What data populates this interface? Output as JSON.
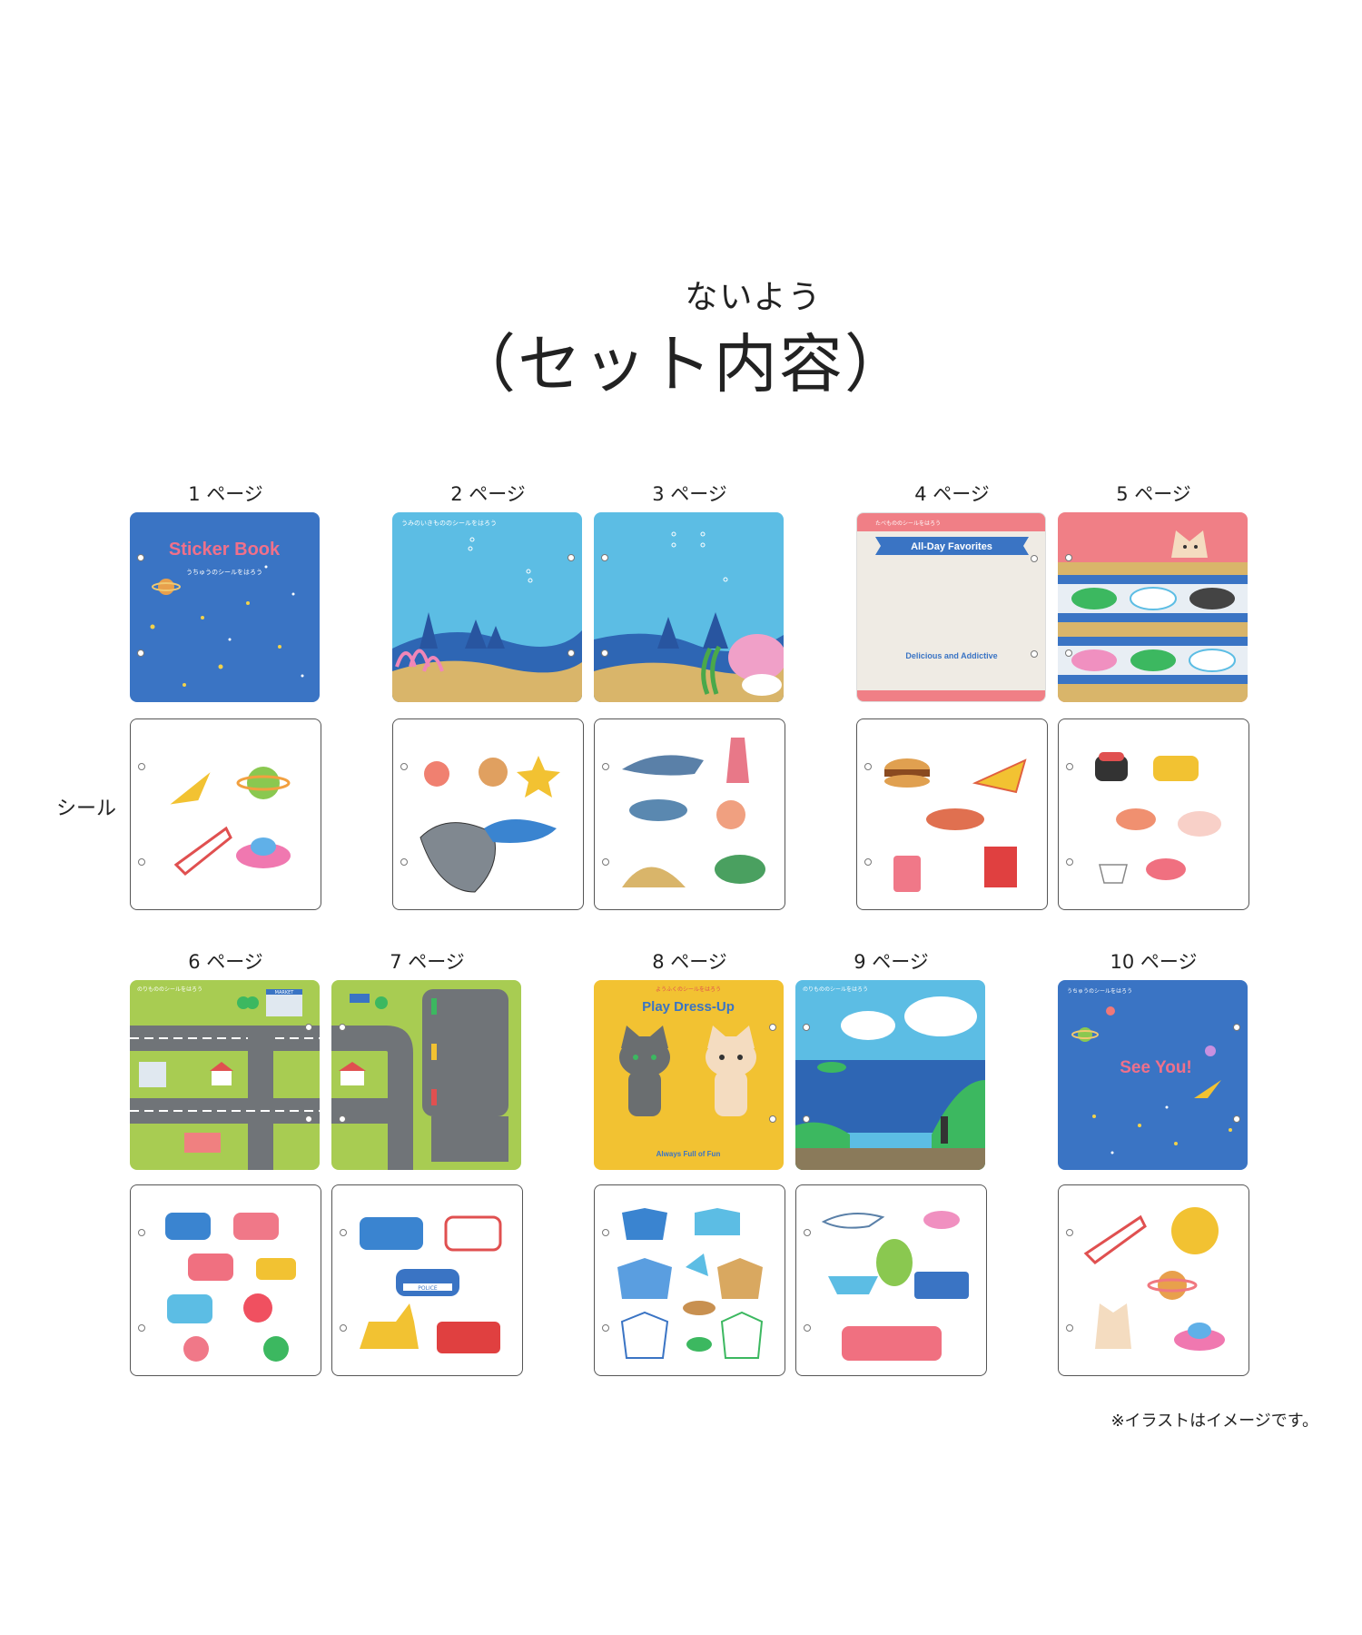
{
  "header": {
    "ruby": "ないよう",
    "title": "（セット内容）"
  },
  "row_label": "シール",
  "note": "※イラストはイメージです。",
  "pages": [
    {
      "label": "1 ページ",
      "title": "Sticker Book",
      "subtitle": "うちゅうのシールをはろう"
    },
    {
      "label": "2 ページ",
      "subtitle": "うみのいきもののシールをはろう"
    },
    {
      "label": "3 ページ"
    },
    {
      "label": "4 ページ",
      "subtitle": "たべもののシールをはろう",
      "banner": "All-Day Favorites",
      "footer": "Delicious and Addictive"
    },
    {
      "label": "5 ページ"
    },
    {
      "label": "6 ページ",
      "subtitle": "のりもののシールをはろう",
      "sign": "MARKET"
    },
    {
      "label": "7 ページ"
    },
    {
      "label": "8 ページ",
      "subtitle": "ようふくのシールをはろう",
      "title": "Play Dress-Up",
      "footer": "Always Full of Fun"
    },
    {
      "label": "9 ページ",
      "subtitle": "のりもののシールをはろう"
    },
    {
      "label": "10 ページ",
      "subtitle": "うちゅうのシールをはろう",
      "title": "See You!"
    }
  ],
  "stickers": {
    "police": "POLICE"
  },
  "colors": {
    "space_blue": "#3a74c4",
    "sea_blue": "#5cbde4",
    "sand": "#d9b56a",
    "food_pink": "#f07f86",
    "road_green": "#a8cc52",
    "dress_yellow": "#f2c232",
    "title_pink": "#f0708a"
  }
}
